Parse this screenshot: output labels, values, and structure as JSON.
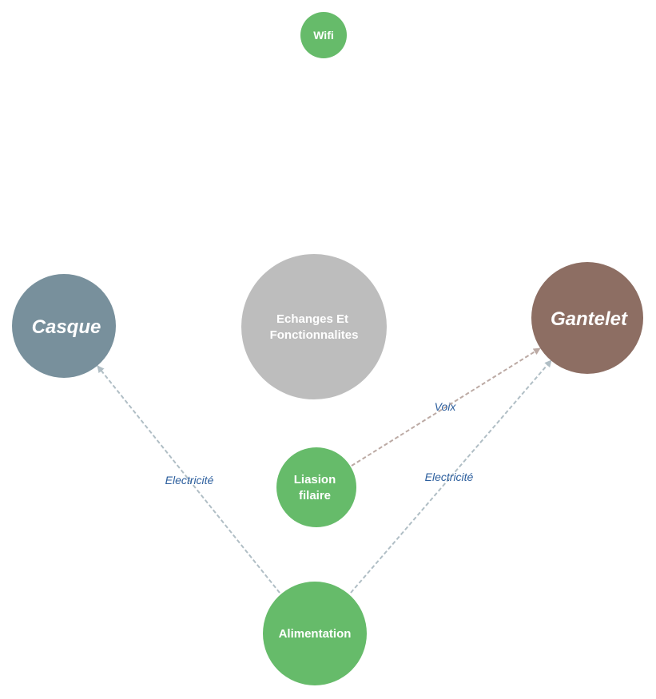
{
  "colors": {
    "green": "#66bb6a",
    "grey": "#bdbdbd",
    "slate": "#78909c",
    "brown": "#8d6e63",
    "edge_slate": "#b0bec5",
    "edge_brown": "#bcaaa4",
    "edge_label": "#2d5f9e",
    "node_text": "#ffffff"
  },
  "nodes": {
    "wifi": {
      "label": "Wifi"
    },
    "echanges": {
      "line1": "Echanges Et",
      "line2": "Fonctionnalites"
    },
    "casque": {
      "label": "Casque"
    },
    "gantelet": {
      "label": "Gantelet"
    },
    "liaison": {
      "line1": "Liasion",
      "line2": "filaire"
    },
    "alimentation": {
      "label": "Alimentation"
    }
  },
  "edges": {
    "alimentation_casque": {
      "from": "Alimentation",
      "to": "Casque",
      "label": "Electricité"
    },
    "alimentation_gantelet": {
      "from": "Alimentation",
      "to": "Gantelet",
      "label": "Electricité"
    },
    "liaison_gantelet": {
      "from": "Liasion filaire",
      "to": "Gantelet",
      "label": "Voix"
    }
  }
}
